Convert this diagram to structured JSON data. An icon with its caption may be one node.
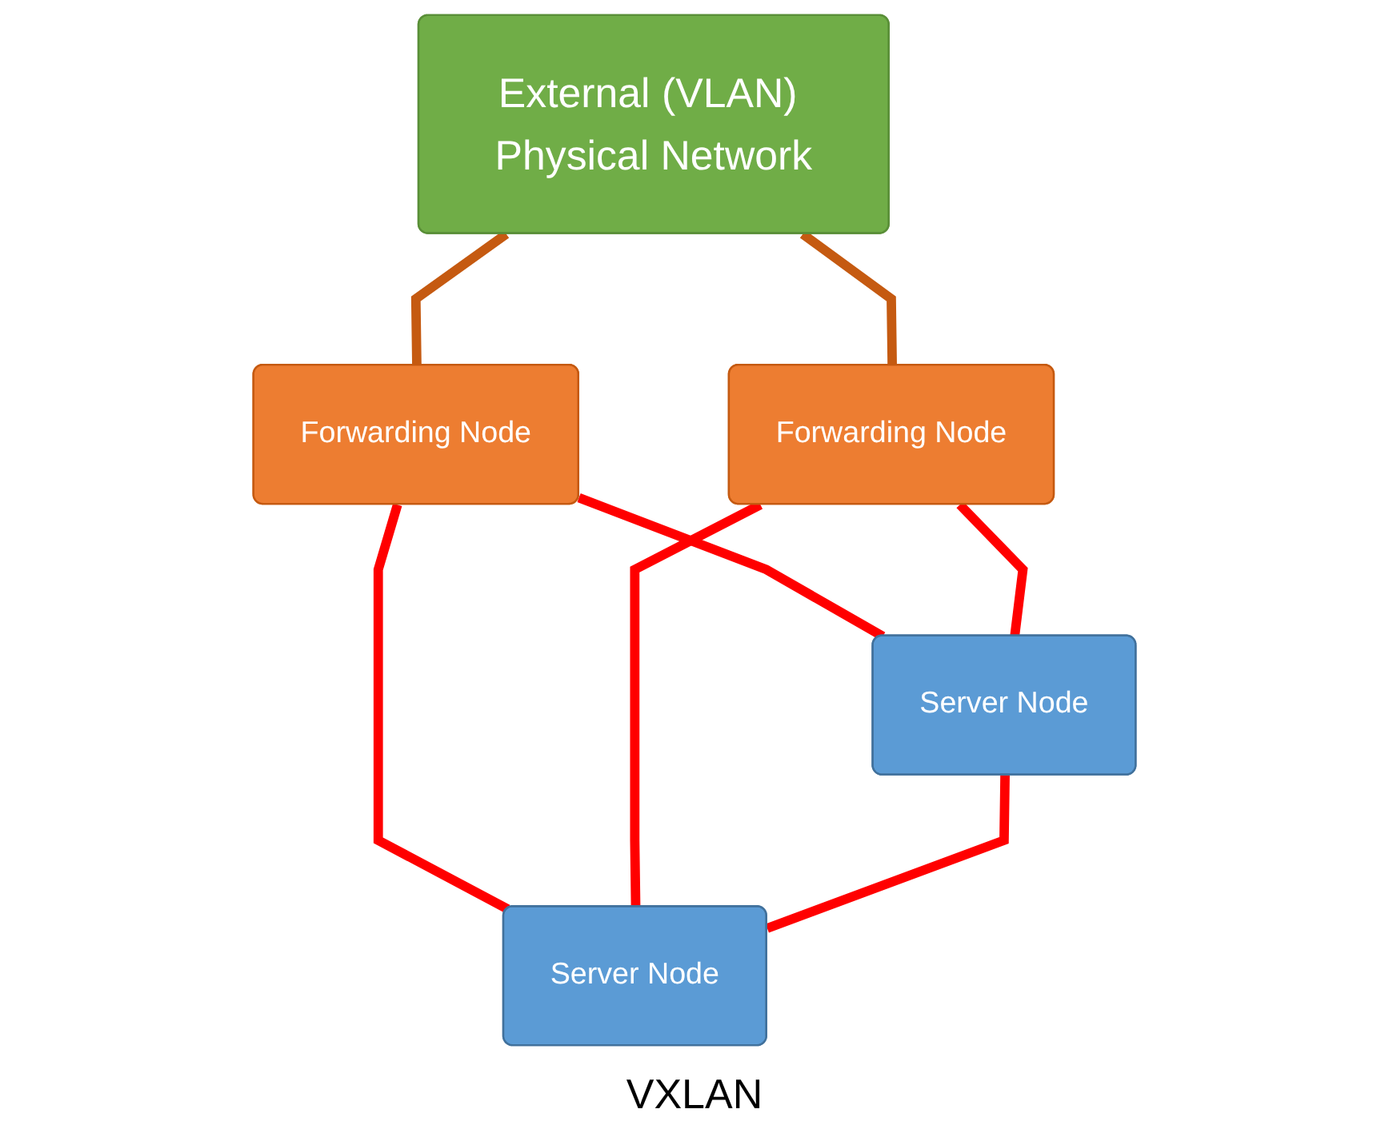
{
  "diagram": {
    "nodes": [
      {
        "text": [
          "External (VLAN) Physical Network"
        ]
      },
      {
        "text": [
          "Forwarding Node"
        ]
      },
      {
        "text": [
          "Forwarding Node"
        ]
      },
      {
        "text": [
          "Server Node"
        ]
      },
      {
        "text": [
          "Server Node"
        ]
      }
    ],
    "edges": [
      {
        "from": 0,
        "to": 1,
        "arrow": "none",
        "color": "#c55a11"
      },
      {
        "from": 0,
        "to": 2,
        "arrow": "none",
        "color": "#c55a11"
      },
      {
        "from": 1,
        "to": 3,
        "arrow": "none"
      },
      {
        "from": 1,
        "to": 4,
        "arrow": "none"
      },
      {
        "from": 2,
        "to": 3,
        "arrow": "none"
      },
      {
        "from": 2,
        "to": 4,
        "arrow": "none"
      },
      {
        "from": 3,
        "to": 4,
        "arrow": "none"
      }
    ],
    "labels": [
      "VXLAN"
    ]
  }
}
